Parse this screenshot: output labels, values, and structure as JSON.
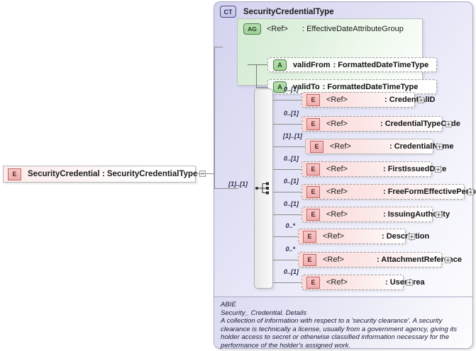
{
  "root_element": {
    "badge": "E",
    "label": "SecurityCredential : SecurityCredentialType",
    "expand_icon": "minus-box"
  },
  "complex_type": {
    "badge": "CT",
    "title": "SecurityCredentialType"
  },
  "attribute_group": {
    "badge": "AG",
    "ref_label": "<Ref>",
    "type_label": ": EffectiveDateAttributeGroup",
    "attributes": [
      {
        "badge": "A",
        "name": "validFrom",
        "separator_type": ": FormattedDateTimeType"
      },
      {
        "badge": "A",
        "name": "validTo",
        "separator_type": ": FormattedDateTimeType"
      }
    ]
  },
  "sequence": {
    "icon": "sequence-compositor-icon",
    "cardinality": "[1]..[1]"
  },
  "elements": [
    {
      "badge": "E",
      "ref": "<Ref>",
      "type": ": CredentialID",
      "cardinality": "0..[1]",
      "style": "dashed"
    },
    {
      "badge": "E",
      "ref": "<Ref>",
      "type": ": CredentialTypeCode",
      "cardinality": "0..[1]",
      "style": "dashed"
    },
    {
      "badge": "E",
      "ref": "<Ref>",
      "type": ": CredentialName",
      "cardinality": "[1]..[1]",
      "style": "solid"
    },
    {
      "badge": "E",
      "ref": "<Ref>",
      "type": ": FirstIssuedDate",
      "cardinality": "0..[1]",
      "style": "dashed"
    },
    {
      "badge": "E",
      "ref": "<Ref>",
      "type": ": FreeFormEffectivePeriod",
      "cardinality": "0..[1]",
      "style": "dashed"
    },
    {
      "badge": "E",
      "ref": "<Ref>",
      "type": ": IssuingAuthority",
      "cardinality": "0..[1]",
      "style": "dashed"
    },
    {
      "badge": "E",
      "ref": "<Ref>",
      "type": ": Description",
      "cardinality": "0..*",
      "style": "dashed"
    },
    {
      "badge": "E",
      "ref": "<Ref>",
      "type": ": AttachmentReference",
      "cardinality": "0..*",
      "style": "dashed"
    },
    {
      "badge": "E",
      "ref": "<Ref>",
      "type": ": UserArea",
      "cardinality": "0..[1]",
      "style": "dashed"
    }
  ],
  "documentation": {
    "abie": "ABIE",
    "dictionary_entry": "Security_ Credential. Details",
    "definition": "A collection of information with respect to a 'security clearance'. A security clearance is technically a license, usually from a government agency, giving its holder access to secret or otherwise classified information necessary for the performance of the holder's assigned work."
  },
  "colors": {
    "element_fill": "#fbd9d9",
    "element_badge_border": "#c06868",
    "attribute_fill": "#d4ecd4",
    "container_fill": "#d3d3ef",
    "sequence_bar_fill": "#e6e6e6"
  }
}
